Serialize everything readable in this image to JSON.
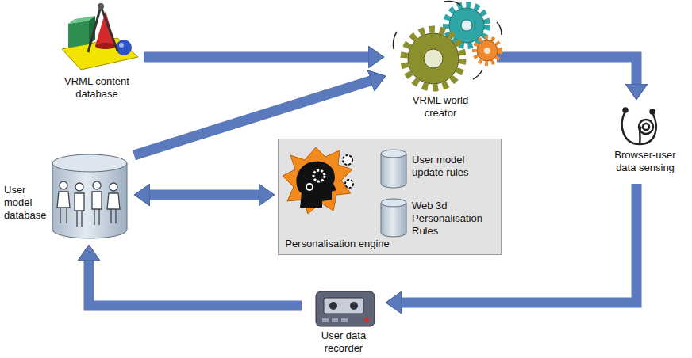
{
  "diagram": {
    "nodes": [
      {
        "text": [
          "VRML content database"
        ]
      },
      {
        "text": [
          "VRML world creator"
        ]
      },
      {
        "text": [
          "User model database"
        ]
      },
      {
        "text": []
      },
      {
        "text": [
          "Personalisation engine"
        ],
        "in": 3
      },
      {
        "text": [
          "User model update rules"
        ],
        "in": 3
      },
      {
        "text": [
          "Web 3d Personalisation Rules"
        ],
        "in": 3
      },
      {
        "text": [
          "Browser-user data sensing"
        ]
      },
      {
        "text": [
          "User data recorder"
        ]
      }
    ],
    "edges": [
      {
        "from": 0,
        "to": 1,
        "arrow": "to"
      },
      {
        "from": 2,
        "to": 1,
        "arrow": "to"
      },
      {
        "from": 2,
        "to": 3,
        "arrow": "both"
      },
      {
        "from": 1,
        "to": 7,
        "arrow": "to"
      },
      {
        "from": 7,
        "to": 8,
        "arrow": "to"
      },
      {
        "from": 8,
        "to": 2,
        "arrow": "to"
      }
    ]
  }
}
